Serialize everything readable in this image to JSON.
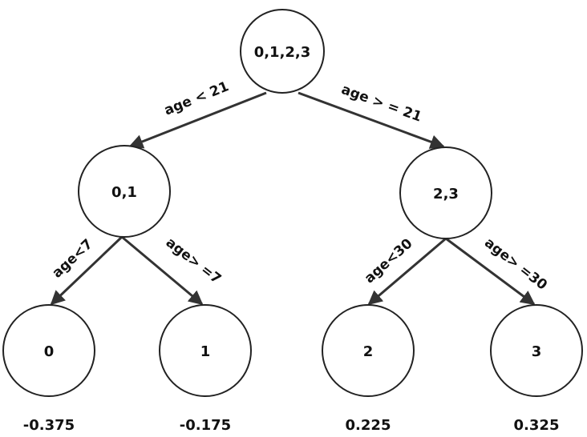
{
  "nodes": {
    "root": "0,1,2,3",
    "left": "0,1",
    "right": "2,3",
    "leaf_0": "0",
    "leaf_1": "1",
    "leaf_2": "2",
    "leaf_3": "3"
  },
  "edges": {
    "root_left": "age < 21",
    "root_right": "age > = 21",
    "left_leaf_0": "age<7",
    "left_leaf_1": "age> =7",
    "right_leaf_2": "age<30",
    "right_leaf_3": "age> =30"
  },
  "leaf_values": {
    "leaf_0": "-0.375",
    "leaf_1": "-0.175",
    "leaf_2": "0.225",
    "leaf_3": "0.325"
  },
  "colors": {
    "stroke": "#222222",
    "edge": "#333333",
    "text": "#111111",
    "background": "#ffffff"
  }
}
